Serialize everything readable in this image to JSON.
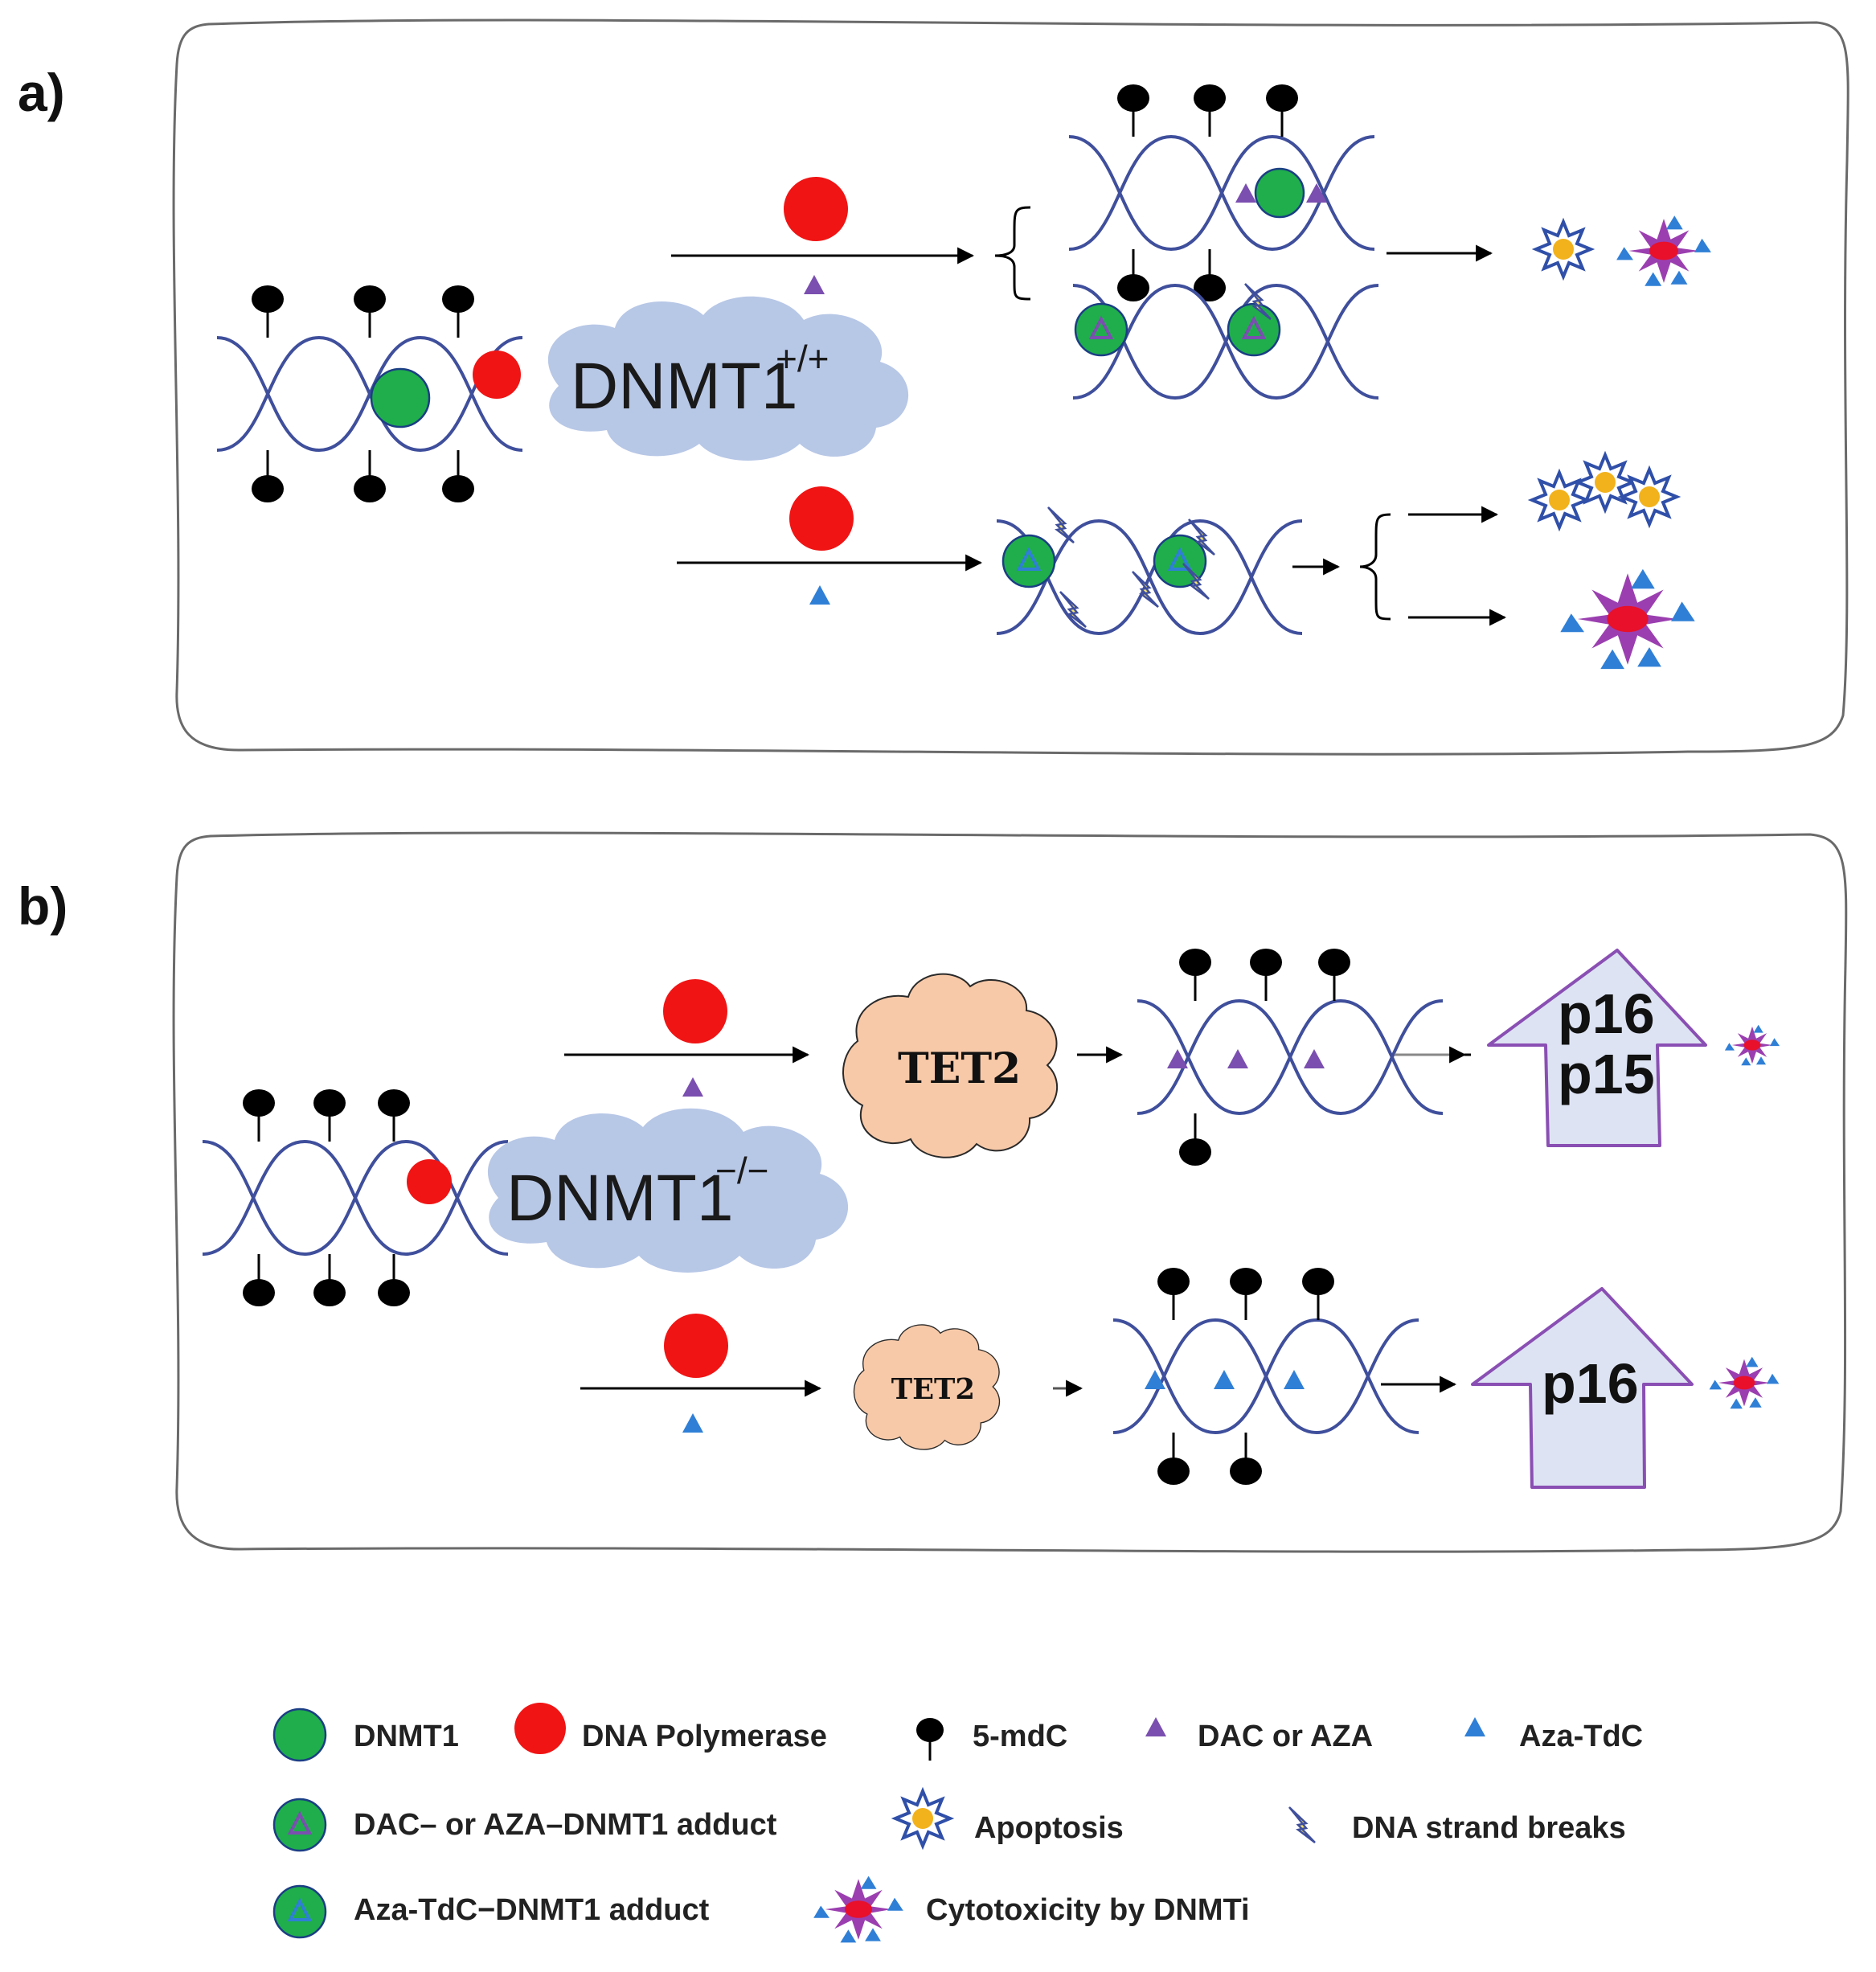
{
  "panels": {
    "a": {
      "label": "a)",
      "cloud": {
        "base": "DNMT1",
        "sup": "+/+"
      }
    },
    "b": {
      "label": "b)",
      "cloud": {
        "base": "DNMT1",
        "sup": "−/−"
      },
      "tet_top": "TET2",
      "tet_bottom": "TET2",
      "gene_top": [
        "p16",
        "p15"
      ],
      "gene_bottom": "p16"
    }
  },
  "legend": {
    "dnmt1": "DNMT1",
    "polymerase": "DNA Polymerase",
    "mdc": "5-mdC",
    "dac_aza": "DAC or AZA",
    "aza_tdc": "Aza-TdC",
    "dac_adduct": "DAC– or AZA–DNMT1 adduct",
    "apoptosis": "Apoptosis",
    "breaks": "DNA strand breaks",
    "aza_adduct": "Aza-TdC−DNMT1 adduct",
    "cytotox": "Cytotoxicity by DNMTi"
  },
  "colors": {
    "dna": "#3f4f9c",
    "dnmt1": "#1fae4b",
    "polymerase": "#f01414",
    "dac": "#7a4fb0",
    "aza_tdc": "#2f7fd6",
    "apoptosis_fill": "#f2b21c",
    "apoptosis_stroke": "#2f4fa8",
    "cloud": "#b7c7e6",
    "tet": "#f8c9a8",
    "arrow_fill": "#dde3f3",
    "arrow_stroke": "#8a4fb3"
  }
}
